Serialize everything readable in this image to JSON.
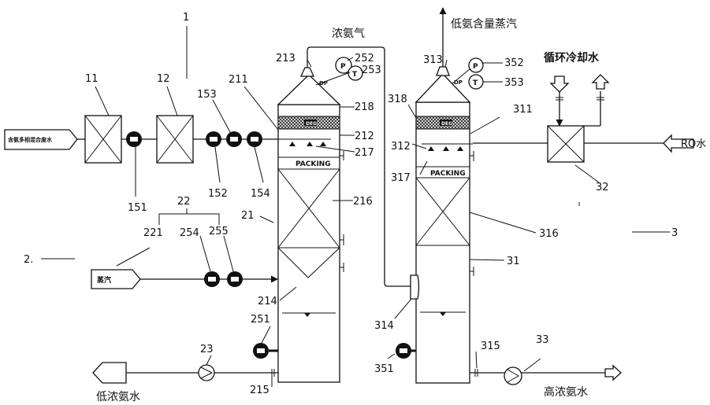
{
  "labels": {
    "n1": "1",
    "n11": "11",
    "n12": "12",
    "n151": "151",
    "n152": "152",
    "n153": "153",
    "n154": "154",
    "n2": "2.",
    "n21": "21",
    "n22": "22",
    "n221": "221",
    "n23": "23",
    "n211": "211",
    "n212": "212",
    "n213": "213",
    "n214": "214",
    "n215": "215",
    "n216": "216",
    "n217": "217",
    "n218": "218",
    "n251": "251",
    "n252": "252",
    "n253": "253",
    "n254": "254",
    "n255": "255",
    "n3": "3",
    "n31": "31",
    "n32": "32",
    "n33": "33",
    "n311": "311",
    "n312": "312",
    "n313": "313",
    "n314": "314",
    "n315": "315",
    "n316": "316",
    "n317": "317",
    "n318": "318",
    "n351": "351",
    "n352": "352",
    "n353": "353"
  },
  "streams": {
    "feed": "含氨多相混合废水",
    "steam": "蒸汽",
    "low_ammonia_water": "低浓氨水",
    "conc_ammonia_gas": "浓氨气",
    "low_ammonia_steam": "低氨含量蒸汽",
    "cooling_water": "循环冷却水",
    "ro_water": "RO水",
    "high_ammonia_water": "高浓氨水"
  },
  "equipment": {
    "packing_label": "PACKING",
    "demister_label": "DEG",
    "gauge_p": "P",
    "gauge_t": "T",
    "instrument_tag": "DP"
  }
}
